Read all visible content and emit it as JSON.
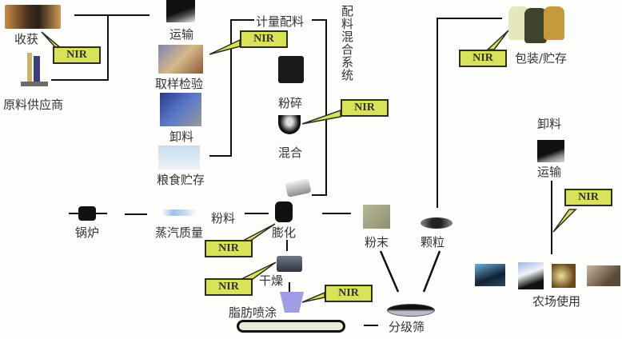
{
  "diagram": {
    "badge_text": "NIR",
    "colors": {
      "badge_fill": "#d8e35a",
      "badge_border": "#2d2d20",
      "line": "#111111",
      "background": "#fdfdfb"
    },
    "nodes": {
      "harvest": "收获",
      "supplier": "原料供应商",
      "transport": "运输",
      "sampling": "取样检验",
      "unloading": "卸料",
      "grain_storage": "粮食贮存",
      "batching": "计量配料",
      "mixing_system": "配料混合系统",
      "grinding": "粉碎",
      "mixing": "混合",
      "boiler": "锅炉",
      "steam_quality": "蒸汽质量",
      "mash": "粉料",
      "extrusion": "膨化",
      "drying": "干燥",
      "fat_coating": "脂肪喷涂",
      "powder": "粉末",
      "pellets": "颗粒",
      "grading_sieve": "分级筛",
      "packaging_storage": "包装/贮存",
      "unloading_2": "卸料",
      "transport_2": "运输",
      "farm_use": "农场使用"
    },
    "nir_points": [
      "harvest",
      "sampling",
      "mixing",
      "extrusion",
      "drying",
      "fat_coating",
      "packaging_storage",
      "transport_2"
    ]
  }
}
